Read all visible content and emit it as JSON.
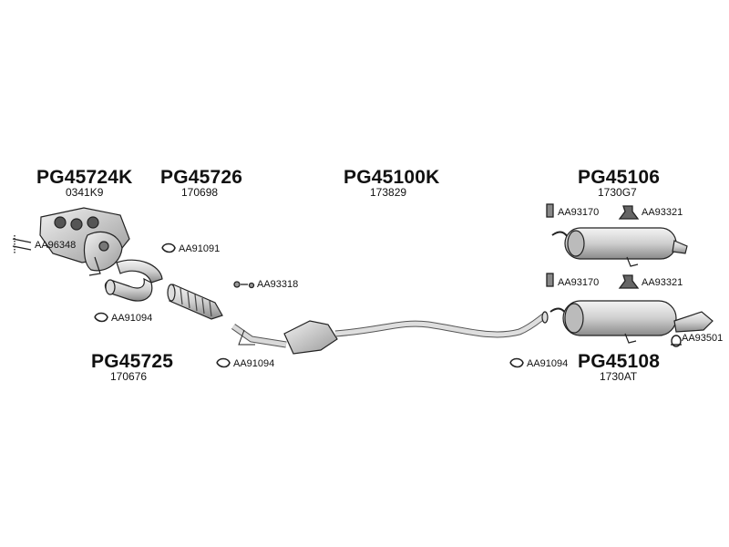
{
  "assemblies": [
    {
      "id": "manifold",
      "part_number": "PG45724K",
      "ref": "0341K9"
    },
    {
      "id": "downpipe",
      "part_number": "PG45726",
      "ref": "170698"
    },
    {
      "id": "catalyst",
      "part_number": "PG45100K",
      "ref": "173829"
    },
    {
      "id": "rear-muffler-upper",
      "part_number": "PG45106",
      "ref": "1730G7"
    },
    {
      "id": "connector-pipe",
      "part_number": "PG45725",
      "ref": "170676"
    },
    {
      "id": "rear-muffler-lower",
      "part_number": "PG45108",
      "ref": "1730AT"
    }
  ],
  "accessories": [
    {
      "id": "studs",
      "code": "AA96348",
      "icon": "stud-bolts-icon"
    },
    {
      "id": "clamp-downpipe",
      "code": "AA91091",
      "icon": "clamp-icon"
    },
    {
      "id": "clamp-connector",
      "code": "AA91094",
      "icon": "clamp-icon"
    },
    {
      "id": "bolt-kit",
      "code": "AA93318",
      "icon": "bolt-kit-icon"
    },
    {
      "id": "clamp-catalyst",
      "code": "AA91094",
      "icon": "clamp-icon"
    },
    {
      "id": "bracket-upper-a",
      "code": "AA93170",
      "icon": "bracket-icon"
    },
    {
      "id": "hanger-upper",
      "code": "AA93321",
      "icon": "rubber-hanger-icon"
    },
    {
      "id": "bracket-lower-a",
      "code": "AA93170",
      "icon": "bracket-icon"
    },
    {
      "id": "hanger-lower",
      "code": "AA93321",
      "icon": "rubber-hanger-icon"
    },
    {
      "id": "clamp-muffler",
      "code": "AA91094",
      "icon": "clamp-icon"
    },
    {
      "id": "tailpipe-clamp",
      "code": "AA93501",
      "icon": "tailpipe-clamp-icon"
    }
  ]
}
